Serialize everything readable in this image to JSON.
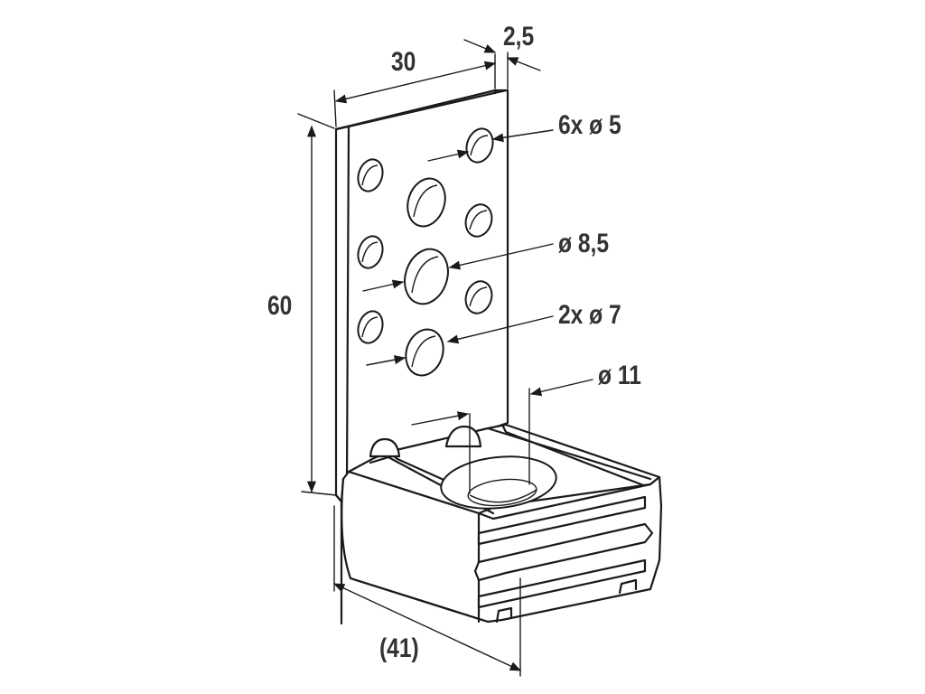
{
  "labels": {
    "width": "30",
    "thickness": "2,5",
    "height": "60",
    "small_holes": "6x ø 5",
    "center_hole": "ø 8,5",
    "medium_holes": "2x ø 7",
    "base_hole": "ø 11",
    "depth": "(41)"
  },
  "colors": {
    "line": "#1a1a1a",
    "text": "#333333",
    "background": "#ffffff"
  }
}
